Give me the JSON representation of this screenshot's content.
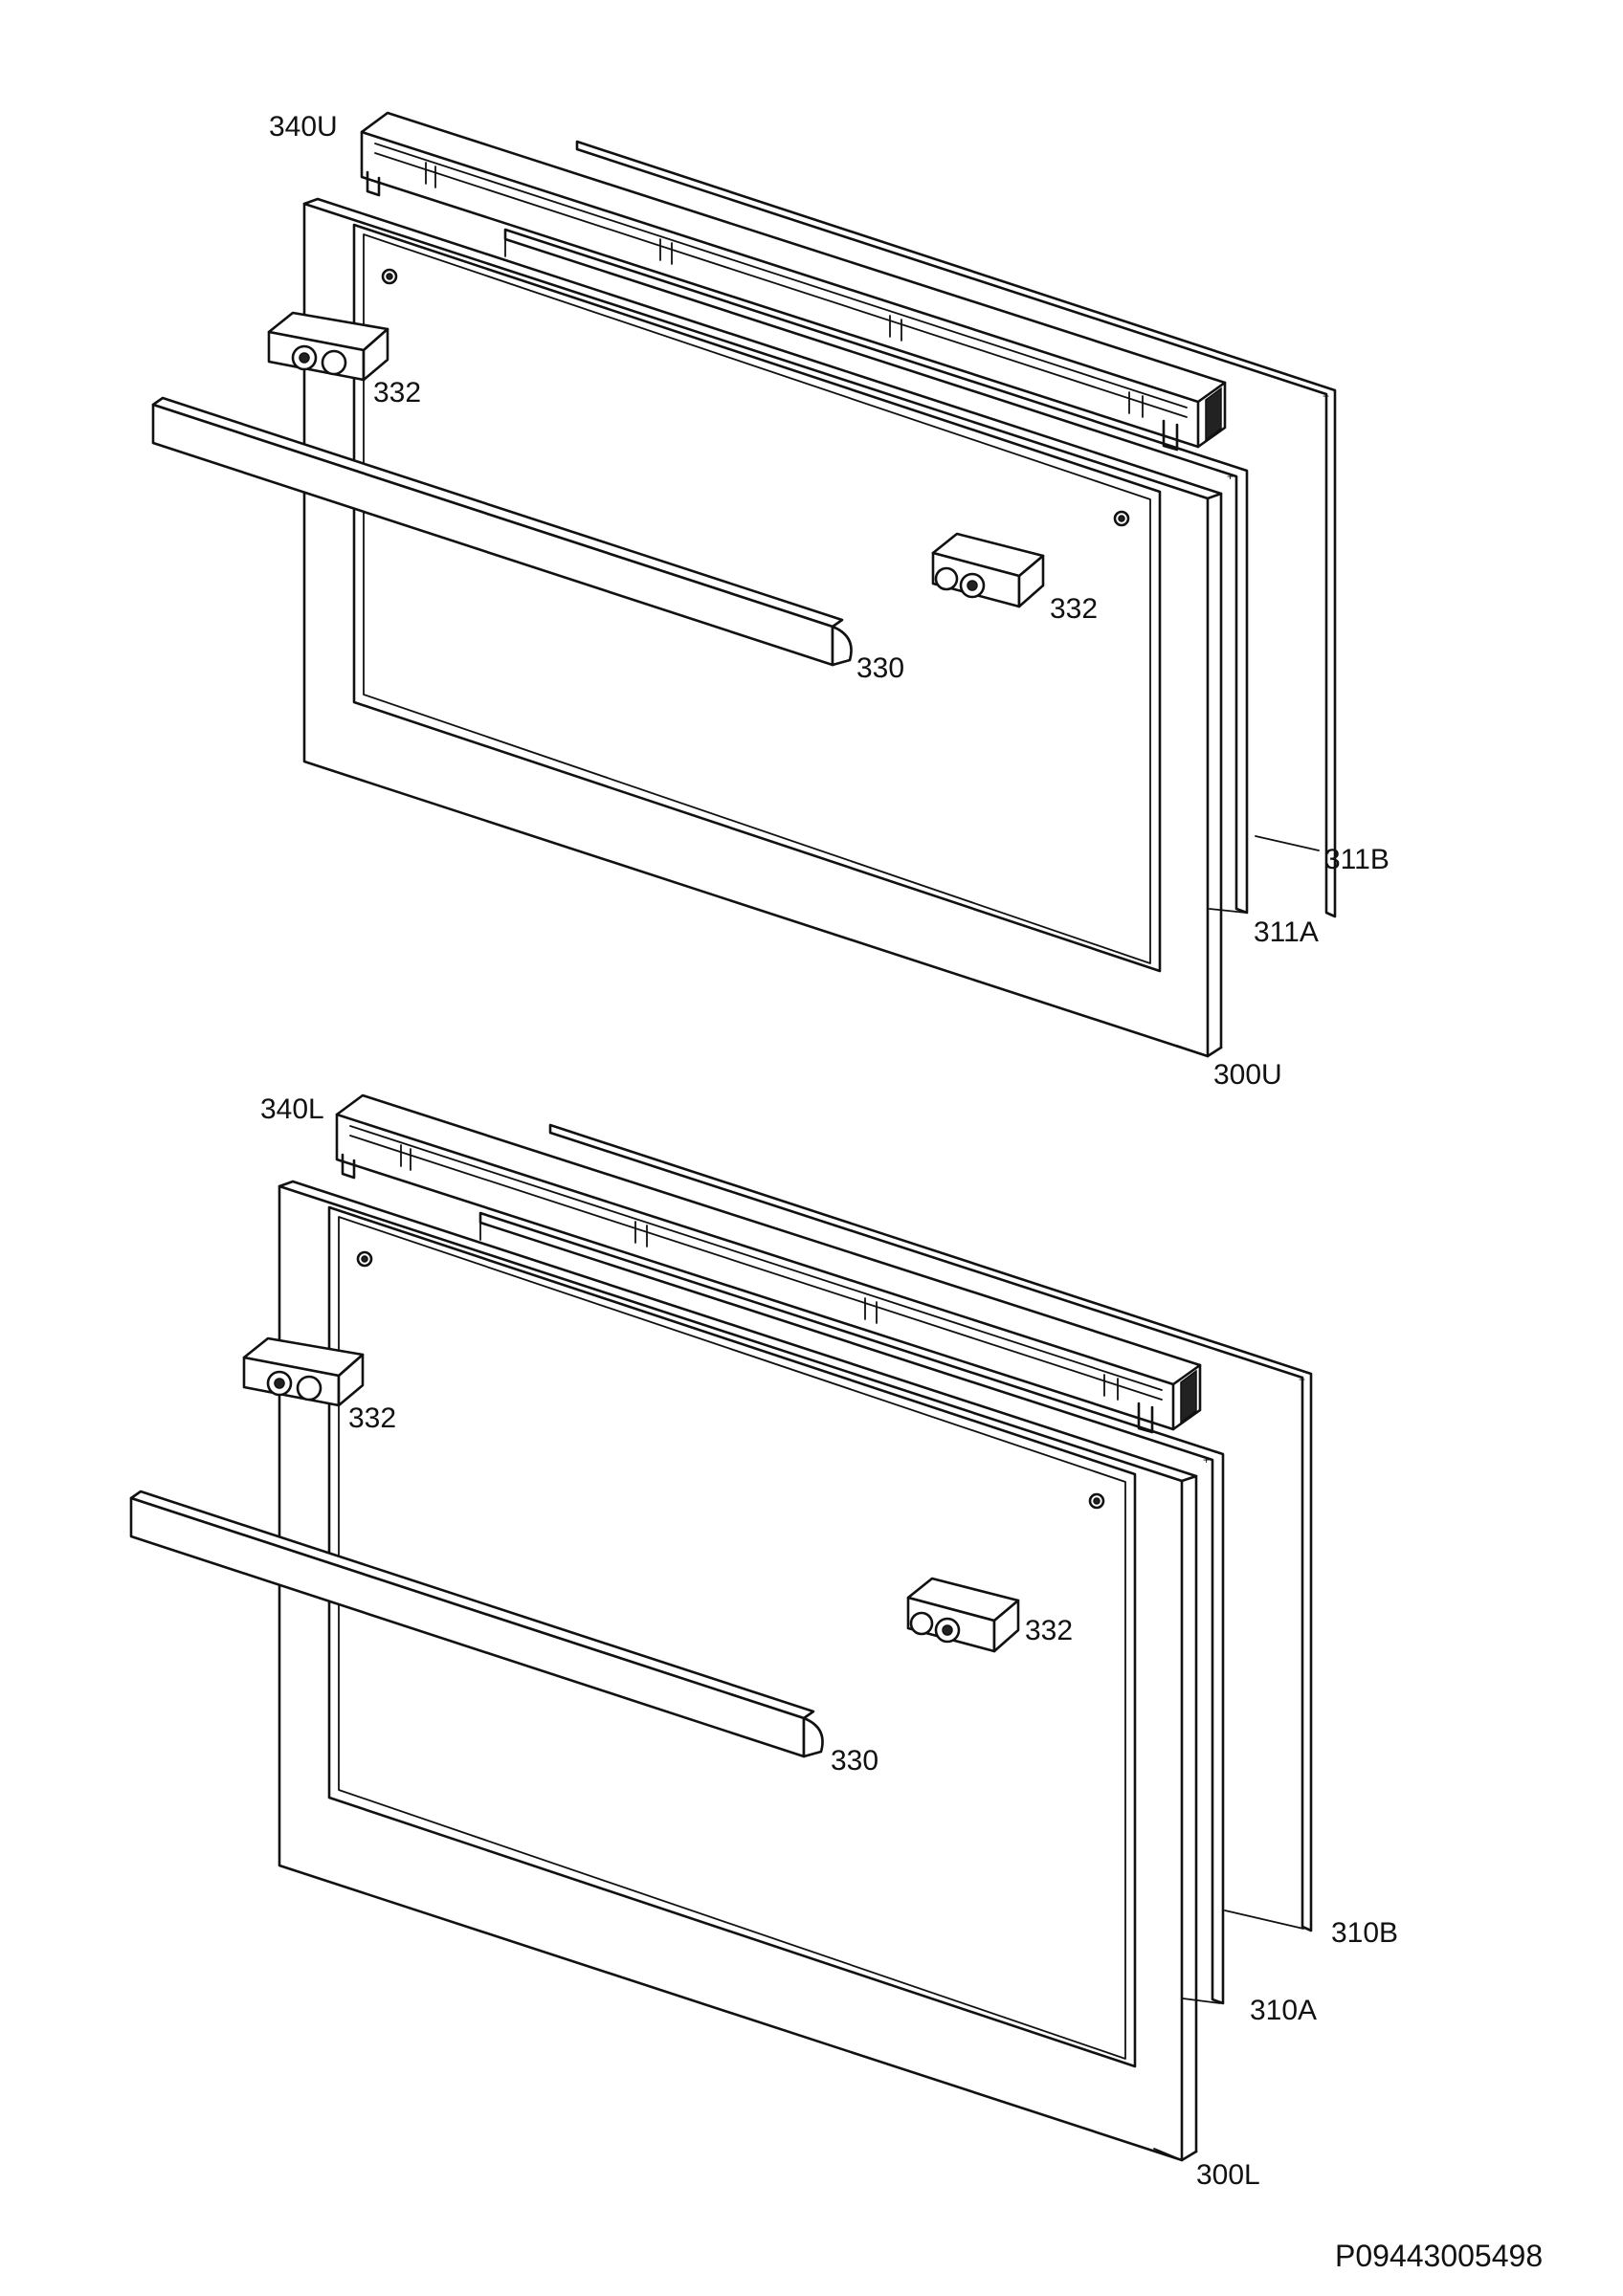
{
  "upper_assembly": {
    "handle_profile": "340U",
    "hinge_block_left": "332",
    "hinge_block_right": "332",
    "handle": "330",
    "inner_glass_b": "311B",
    "inner_glass_a": "311A",
    "outer_door_panel": "300U"
  },
  "lower_assembly": {
    "handle_profile": "340L",
    "hinge_block_left": "332",
    "hinge_block_right": "332",
    "handle": "330",
    "inner_glass_b": "310B",
    "inner_glass_a": "310A",
    "outer_door_panel": "300L"
  },
  "drawing_code": "P09443005498"
}
